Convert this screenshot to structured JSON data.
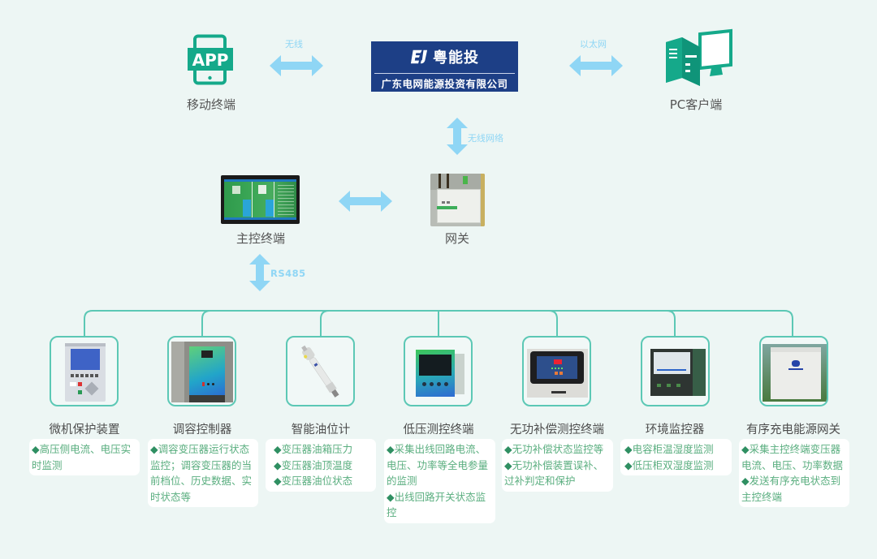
{
  "top": {
    "mobile": {
      "label": "移动终端",
      "icon_text": "APP"
    },
    "company": {
      "brand": "粤能投",
      "name": "广东电网能源投资有限公司"
    },
    "pc": {
      "label": "PC客户端"
    }
  },
  "links": {
    "mobile_company": "无线",
    "company_pc": "以太网",
    "company_gateway": "无线网络",
    "terminal_devices": "RS485"
  },
  "middle": {
    "main_terminal": {
      "label": "主控终端"
    },
    "gateway": {
      "label": "网关"
    }
  },
  "devices": [
    {
      "title": "微机保护装置",
      "desc": [
        "◆高压侧电流、电压实时监测"
      ]
    },
    {
      "title": "调容控制器",
      "desc": [
        "◆调容变压器运行状态监控；调容变压器的当前档位、历史数据、实时状态等"
      ]
    },
    {
      "title": "智能油位计",
      "desc": [
        "◆变压器油箱压力",
        "◆变压器油顶温度",
        "◆变压器油位状态"
      ]
    },
    {
      "title": "低压测控终端",
      "desc": [
        "◆采集出线回路电流、电压、功率等全电参量的监测",
        "◆出线回路开关状态监控"
      ]
    },
    {
      "title": "无功补偿测控终端",
      "desc": [
        "◆无功补偿状态监控等",
        "◆无功补偿装置误补、过补判定和保护"
      ]
    },
    {
      "title": "环境监控器",
      "desc": [
        "◆电容柜温湿度监测",
        "◆低压柜双湿度监测"
      ]
    },
    {
      "title": "有序充电能源网关",
      "desc": [
        "◆采集主控终端变压器电流、电压、功率数据",
        "◆发送有序充电状态到主控终端"
      ]
    }
  ],
  "colors": {
    "background": "#edf6f4",
    "accent_green": "#15a98a",
    "arrow_blue": "#8fd6f5",
    "connector": "#5cc8b5",
    "brand_blue": "#1d3f86",
    "desc_text": "#5aae7f"
  }
}
